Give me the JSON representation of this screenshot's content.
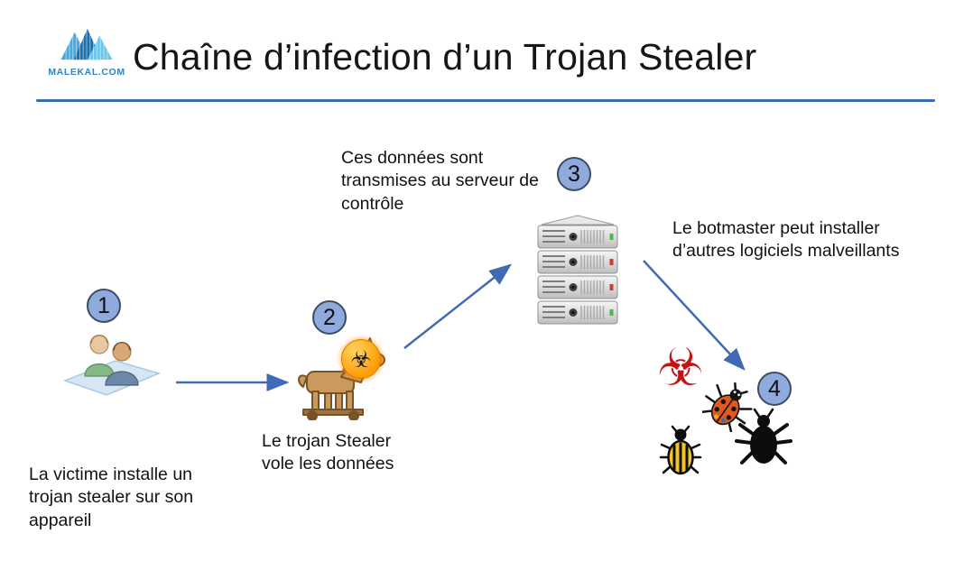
{
  "brand": {
    "logo_text": "MALEKAL.COM"
  },
  "header": {
    "title": "Chaîne d’infection d’un Trojan Stealer"
  },
  "steps": [
    {
      "number": "1",
      "label": "La victime installe un trojan stealer sur son appareil",
      "icon": "victim-users-icon"
    },
    {
      "number": "2",
      "label": "Le trojan Stealer vole les données",
      "icon": "trojan-horse-icon"
    },
    {
      "number": "3",
      "label": "Ces données sont transmises au serveur de contrôle",
      "icon": "control-server-icon"
    },
    {
      "number": "4",
      "label": "Le botmaster peut installer d’autres logiciels malveillants",
      "icon": "malware-bugs-icon"
    }
  ],
  "icons": {
    "biohazard_glyph": "☣"
  },
  "colors": {
    "accent": "#3f6ab5",
    "badge_fill": "#8faadc",
    "badge_border": "#3d4e63",
    "biohazard_orange": "#ff9a00",
    "biohazard_red": "#c41414",
    "logo_blue": "#2e86c1"
  }
}
